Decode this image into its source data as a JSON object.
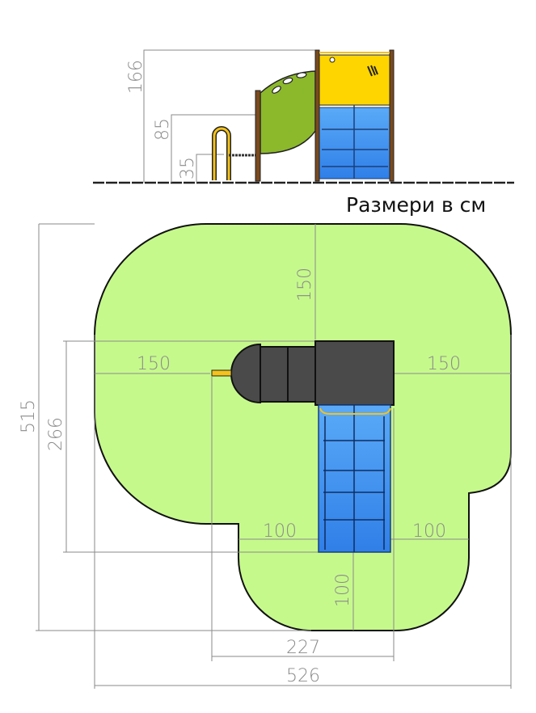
{
  "title": "Размери в см",
  "elevation": {
    "height_total": "166",
    "height_platform": "85",
    "height_step": "35"
  },
  "plan": {
    "dim_top": "150",
    "dim_left": "150",
    "dim_right": "150",
    "dim_depth_structure": "266",
    "dim_depth_total": "515",
    "dim_slide_left": "100",
    "dim_slide_right": "100",
    "dim_slide_end": "100",
    "dim_width_structure": "227",
    "dim_width_total": "526"
  },
  "colors": {
    "safety_zone": "#c6f98c",
    "deck": "#4a4a4a",
    "slide": "#3f8ff0",
    "panel_yellow": "#ffd500",
    "tunnel_green": "#8cb82c",
    "post": "#7a4a1e"
  }
}
